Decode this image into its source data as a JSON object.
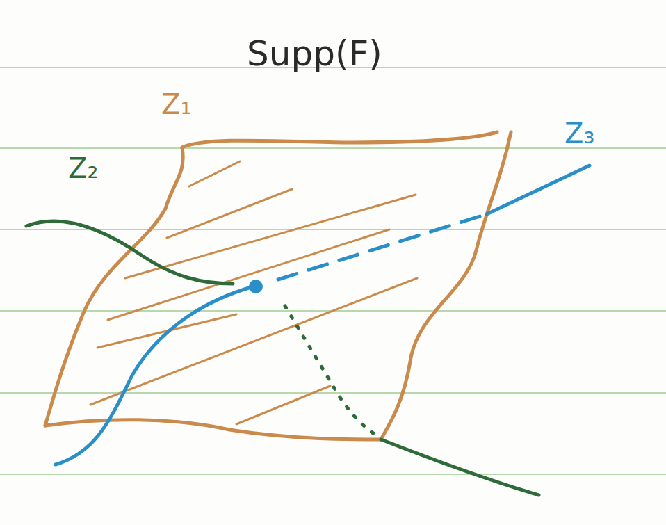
{
  "diagram": {
    "title": "Supp(F)",
    "labels": [
      "Z₁",
      "Z₂",
      "Z₃"
    ]
  }
}
